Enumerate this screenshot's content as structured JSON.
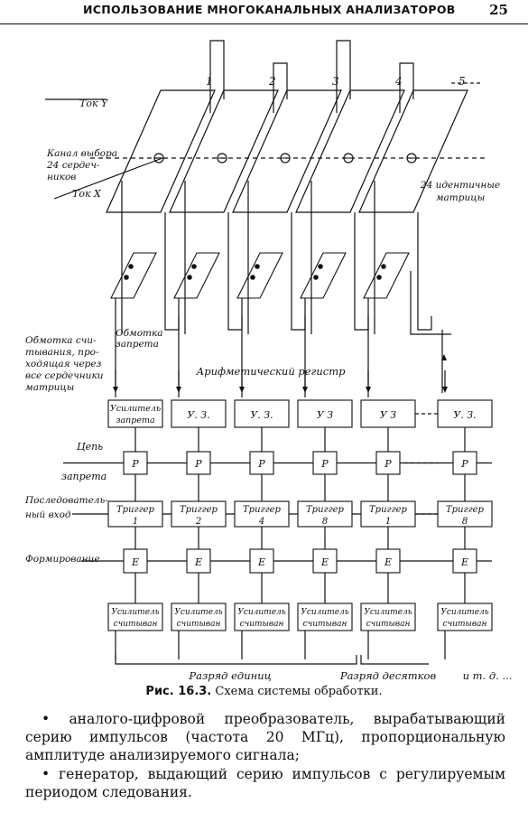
{
  "header": {
    "running_head": "ИСПОЛЬЗОВАНИЕ МНОГОКАНАЛЬНЫХ АНАЛИЗАТОРОВ",
    "page_number": "25"
  },
  "figure": {
    "matrix_numbers": [
      "1",
      "2",
      "3",
      "4",
      "5"
    ],
    "left_labels": {
      "tok_y": "Ток Y",
      "select_channel": [
        "Канал выбора",
        "24 сердеч-",
        "ников"
      ],
      "tok_x": "Ток X",
      "read_winding": [
        "Обмотка счи-",
        "тывания, про-",
        "ходящая через",
        "все сердечники",
        "матрицы"
      ],
      "inhibit_winding": [
        "Обмотка",
        "запрета"
      ],
      "inhibit_chain": [
        "Цепь",
        "запрета"
      ],
      "serial_input": [
        "Последователь-",
        "ный вход"
      ],
      "shaping": "Формирование"
    },
    "identical_matrices": [
      "24 идентичные",
      "матрицы"
    ],
    "arith_register": "Арифметический регистр",
    "row_inhibit_amp": [
      "Усилитель запрета",
      "У. З.",
      "У. З.",
      "У З",
      "У З",
      "У. З."
    ],
    "row_r": [
      "Р",
      "Р",
      "Р",
      "Р",
      "Р",
      "Р"
    ],
    "row_trigger": [
      {
        "name": "Триггер",
        "digit": "1"
      },
      {
        "name": "Триггер",
        "digit": "2"
      },
      {
        "name": "Триггер",
        "digit": "4"
      },
      {
        "name": "Триггер",
        "digit": "8"
      },
      {
        "name": "Триггер",
        "digit": "1"
      },
      {
        "name": "Триггер",
        "digit": "8"
      }
    ],
    "row_e": [
      "Е",
      "Е",
      "Е",
      "Е",
      "Е",
      "Е"
    ],
    "row_read_amp": [
      "Усилитель считыван",
      "Усилитель считыван",
      "Усилитель считыван",
      "Усилитель считыван",
      "Усилитель считыван",
      "Усилитель считыван"
    ],
    "brace_units": "Разряд единиц",
    "brace_tens": "Разряд десятков",
    "etc": "и т. д. ..."
  },
  "caption": {
    "label": "Рис. 16.3.",
    "text": "Схема системы обработки."
  },
  "body": {
    "bullets": [
      "• аналого-цифровой преобразователь, вырабатывающий серию импульсов (частота 20 МГц), пропорциональную амплитуде анализируемого сигнала;",
      "• генератор, выдающий серию импульсов с регулируемым периодом следования."
    ]
  }
}
